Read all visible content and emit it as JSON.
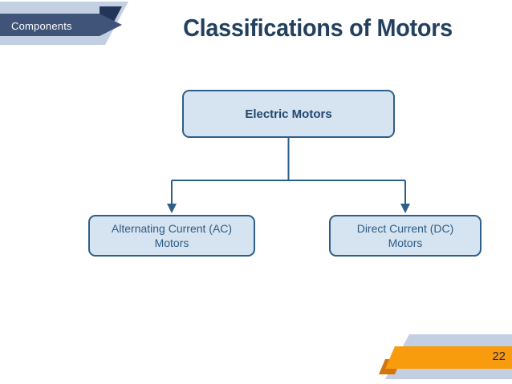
{
  "slide": {
    "section_label": "Components",
    "title": "Classifications of Motors",
    "page_number": "22"
  },
  "colors": {
    "banner_navy": "#3F5478",
    "banner_navy_fold": "#24355A",
    "banner_backing": "#C3CFE2",
    "title_navy": "#23415F",
    "node_fill": "#D6E3F0",
    "node_border": "#2E5F8A",
    "node_text": "#2D5C86",
    "root_text": "#23486E",
    "connector": "#2E5F8A",
    "ribbon_orange": "#F89B0C",
    "ribbon_orange_fold": "#D4760B",
    "page_number_text": "#2B2B2B",
    "background": "#FFFFFF"
  },
  "diagram": {
    "type": "hierarchy",
    "root": {
      "id": "electric-motors",
      "label": "Electric Motors"
    },
    "children": [
      {
        "id": "ac-motors",
        "label": "Alternating Current (AC) Motors",
        "line1": "Alternating Current (AC)",
        "line2": "Motors"
      },
      {
        "id": "dc-motors",
        "label": "Direct Current (DC) Motors",
        "line1": "Direct Current (DC)",
        "line2": "Motors"
      }
    ]
  }
}
